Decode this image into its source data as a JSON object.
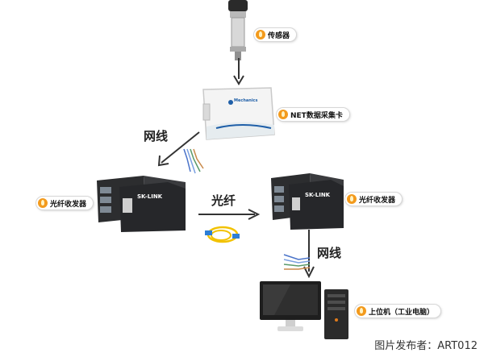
{
  "labels": {
    "sensor": "传感器",
    "daq": "NET数据采集卡",
    "converter_left": "光纤收发器",
    "converter_right": "光纤收发器",
    "host": "上位机（工业电脑）"
  },
  "links": {
    "net_top": "网线",
    "fiber": "光纤",
    "net_bottom": "网线"
  },
  "device_text": {
    "daq_brand": "Mechanics",
    "brand": "SK-LINK"
  },
  "watermark": "图片发布者：ART012",
  "colors": {
    "accent": "#f39a1c",
    "arrow": "#333333",
    "fiber": "#f2c200"
  }
}
